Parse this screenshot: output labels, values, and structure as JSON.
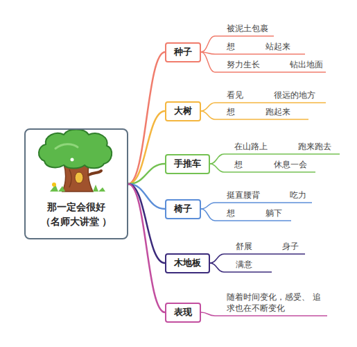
{
  "diagram": {
    "nodes": [
      {
        "text": [
          "那一定会很好 （名师大讲堂 ）"
        ]
      },
      {
        "text": [
          "种子"
        ]
      },
      {
        "text": [
          "大树"
        ]
      },
      {
        "text": [
          "手推车"
        ]
      },
      {
        "text": [
          "椅子"
        ]
      },
      {
        "text": [
          "木地板"
        ]
      },
      {
        "text": [
          "表现"
        ]
      }
    ],
    "edges": [
      {
        "from": 0,
        "to": 1,
        "arrow": "none"
      },
      {
        "from": 0,
        "to": 2,
        "arrow": "none"
      },
      {
        "from": 0,
        "to": 3,
        "arrow": "none"
      },
      {
        "from": 0,
        "to": 4,
        "arrow": "none"
      },
      {
        "from": 0,
        "to": 5,
        "arrow": "none"
      },
      {
        "from": 0,
        "to": 6,
        "arrow": "none"
      }
    ],
    "labels": [
      "被泥土包裹",
      "想",
      "站起来",
      "努力生长",
      "钻出地面",
      "看见",
      "很远的地方",
      "想",
      "跑起来",
      "在山路上",
      "跑来跑去",
      "想",
      "休息一会",
      "挺直腰背",
      "吃力",
      "想",
      "躺下",
      "舒展",
      "身子",
      "满意",
      "随着时间变化，感受、 追求也在不断变化"
    ]
  }
}
